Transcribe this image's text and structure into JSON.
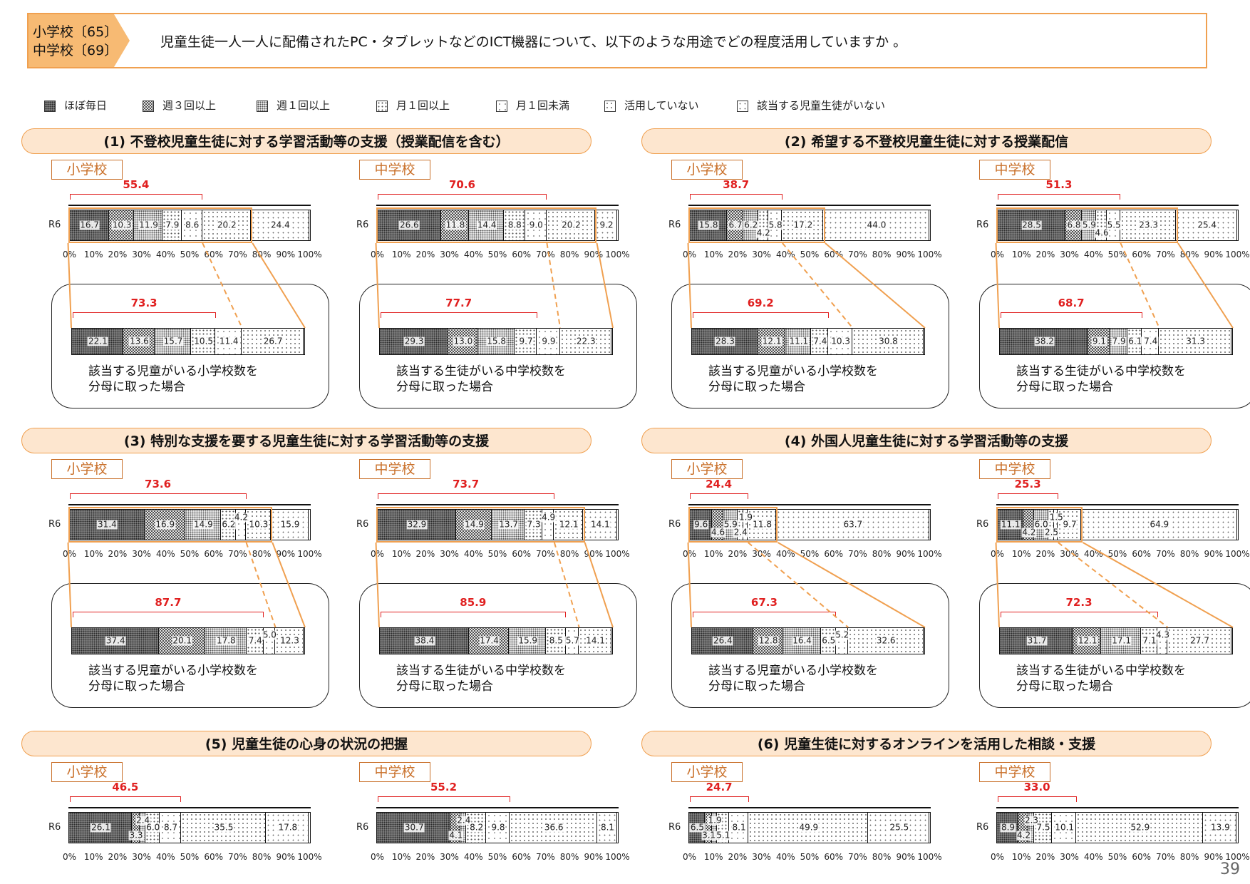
{
  "header": {
    "school_lines": [
      "小学校〔65〕",
      "中学校〔69〕"
    ],
    "question": "児童生徒一人一人に配備されたPC・タブレットなどのICT機器について、以下のような用途でどの程度活用していますか 。"
  },
  "legend": [
    "ほぼ毎日",
    "週３回以上",
    "週１回以上",
    "月１回以上",
    "月１回未満",
    "活用していない",
    "該当する児童生徒がいない"
  ],
  "page_number": "39",
  "chart_data": {
    "type": "bar",
    "orientation": "horizontal-stacked-100",
    "series_order": [
      "ほぼ毎日",
      "週３回以上",
      "週１回以上",
      "月１回以上",
      "月１回未満",
      "活用していない",
      "該当する児童生徒がいない"
    ],
    "x_ticks": [
      "0%",
      "10%",
      "20%",
      "30%",
      "40%",
      "50%",
      "60%",
      "70%",
      "80%",
      "90%",
      "100%"
    ],
    "row_label": "R6",
    "panels": [
      {
        "title": "(1) 不登校児童生徒に対する学習活動等の支援（授業配信を含む）",
        "groups": [
          {
            "label": "小学校",
            "values": [
              16.7,
              10.3,
              11.9,
              7.9,
              8.6,
              20.2,
              24.4
            ],
            "bracket_total": "55.4",
            "inset": {
              "values": [
                22.1,
                13.6,
                15.7,
                10.5,
                11.4,
                26.7
              ],
              "bracket_total": "73.3",
              "caption": [
                "該当する児童がいる小学校数を",
                "分母に取った場合"
              ]
            }
          },
          {
            "label": "中学校",
            "values": [
              26.6,
              11.8,
              14.4,
              8.8,
              9.0,
              20.2,
              9.2
            ],
            "bracket_total": "70.6",
            "inset": {
              "values": [
                29.3,
                13.0,
                15.8,
                9.7,
                9.9,
                22.3
              ],
              "bracket_total": "77.7",
              "caption": [
                "該当する生徒がいる中学校数を",
                "分母に取った場合"
              ]
            }
          }
        ]
      },
      {
        "title": "(2) 希望する不登校児童生徒に対する授業配信",
        "groups": [
          {
            "label": "小学校",
            "values": [
              15.8,
              6.7,
              6.2,
              4.2,
              5.8,
              17.2,
              44.0
            ],
            "bracket_total": "38.7",
            "inset": {
              "values": [
                28.3,
                12.1,
                11.1,
                7.4,
                10.3,
                30.8
              ],
              "bracket_total": "69.2",
              "caption": [
                "該当する児童がいる小学校数を",
                "分母に取った場合"
              ]
            }
          },
          {
            "label": "中学校",
            "values": [
              28.5,
              6.8,
              5.9,
              4.6,
              5.5,
              23.3,
              25.4
            ],
            "bracket_total": "51.3",
            "inset": {
              "values": [
                38.2,
                9.1,
                7.9,
                6.1,
                7.4,
                31.3
              ],
              "bracket_total": "68.7",
              "caption": [
                "該当する生徒がいる中学校数を",
                "分母に取った場合"
              ]
            }
          }
        ]
      },
      {
        "title": "(3) 特別な支援を要する児童生徒に対する学習活動等の支援",
        "groups": [
          {
            "label": "小学校",
            "values": [
              31.4,
              16.9,
              14.9,
              6.2,
              4.2,
              10.3,
              15.9
            ],
            "bracket_total": "73.6",
            "inset": {
              "values": [
                37.4,
                20.1,
                17.8,
                7.4,
                5.0,
                12.3
              ],
              "bracket_total": "87.7",
              "caption": [
                "該当する児童がいる小学校数を",
                "分母に取った場合"
              ]
            }
          },
          {
            "label": "中学校",
            "values": [
              32.9,
              14.9,
              13.7,
              7.3,
              4.9,
              12.1,
              14.1
            ],
            "bracket_total": "73.7",
            "inset": {
              "values": [
                38.4,
                17.4,
                15.9,
                8.5,
                5.7,
                14.1
              ],
              "bracket_total": "85.9",
              "caption": [
                "該当する生徒がいる中学校数を",
                "分母に取った場合"
              ]
            }
          }
        ]
      },
      {
        "title": "(4) 外国人児童生徒に対する学習活動等の支援",
        "groups": [
          {
            "label": "小学校",
            "values": [
              9.6,
              4.6,
              5.9,
              2.4,
              1.9,
              11.8,
              63.7
            ],
            "bracket_total": "24.4",
            "inset": {
              "values": [
                26.4,
                12.8,
                16.4,
                6.5,
                5.2,
                32.6
              ],
              "bracket_total": "67.3",
              "caption": [
                "該当する児童がいる小学校数を",
                "分母に取った場合"
              ]
            }
          },
          {
            "label": "中学校",
            "values": [
              11.1,
              4.2,
              6.0,
              2.5,
              1.5,
              9.7,
              64.9
            ],
            "bracket_total": "25.3",
            "inset": {
              "values": [
                31.7,
                12.1,
                17.1,
                7.1,
                4.3,
                27.7
              ],
              "bracket_total": "72.3",
              "caption": [
                "該当する生徒がいる中学校数を",
                "分母に取った場合"
              ]
            }
          }
        ]
      },
      {
        "title": "(5) 児童生徒の心身の状況の把握",
        "groups": [
          {
            "label": "小学校",
            "values": [
              26.1,
              3.3,
              2.4,
              6.0,
              8.7,
              35.5,
              17.8
            ],
            "bracket_total": "46.5"
          },
          {
            "label": "中学校",
            "values": [
              30.7,
              4.1,
              2.4,
              8.2,
              9.8,
              36.6,
              8.1
            ],
            "bracket_total": "55.2"
          }
        ]
      },
      {
        "title": "(6) 児童生徒に対するオンラインを活用した相談・支援",
        "groups": [
          {
            "label": "小学校",
            "values": [
              6.5,
              3.1,
              1.9,
              5.1,
              8.1,
              49.9,
              25.5
            ],
            "bracket_total": "24.7"
          },
          {
            "label": "中学校",
            "values": [
              8.9,
              4.2,
              2.3,
              7.5,
              10.1,
              52.9,
              13.9
            ],
            "bracket_total": "33.0"
          }
        ]
      }
    ]
  }
}
